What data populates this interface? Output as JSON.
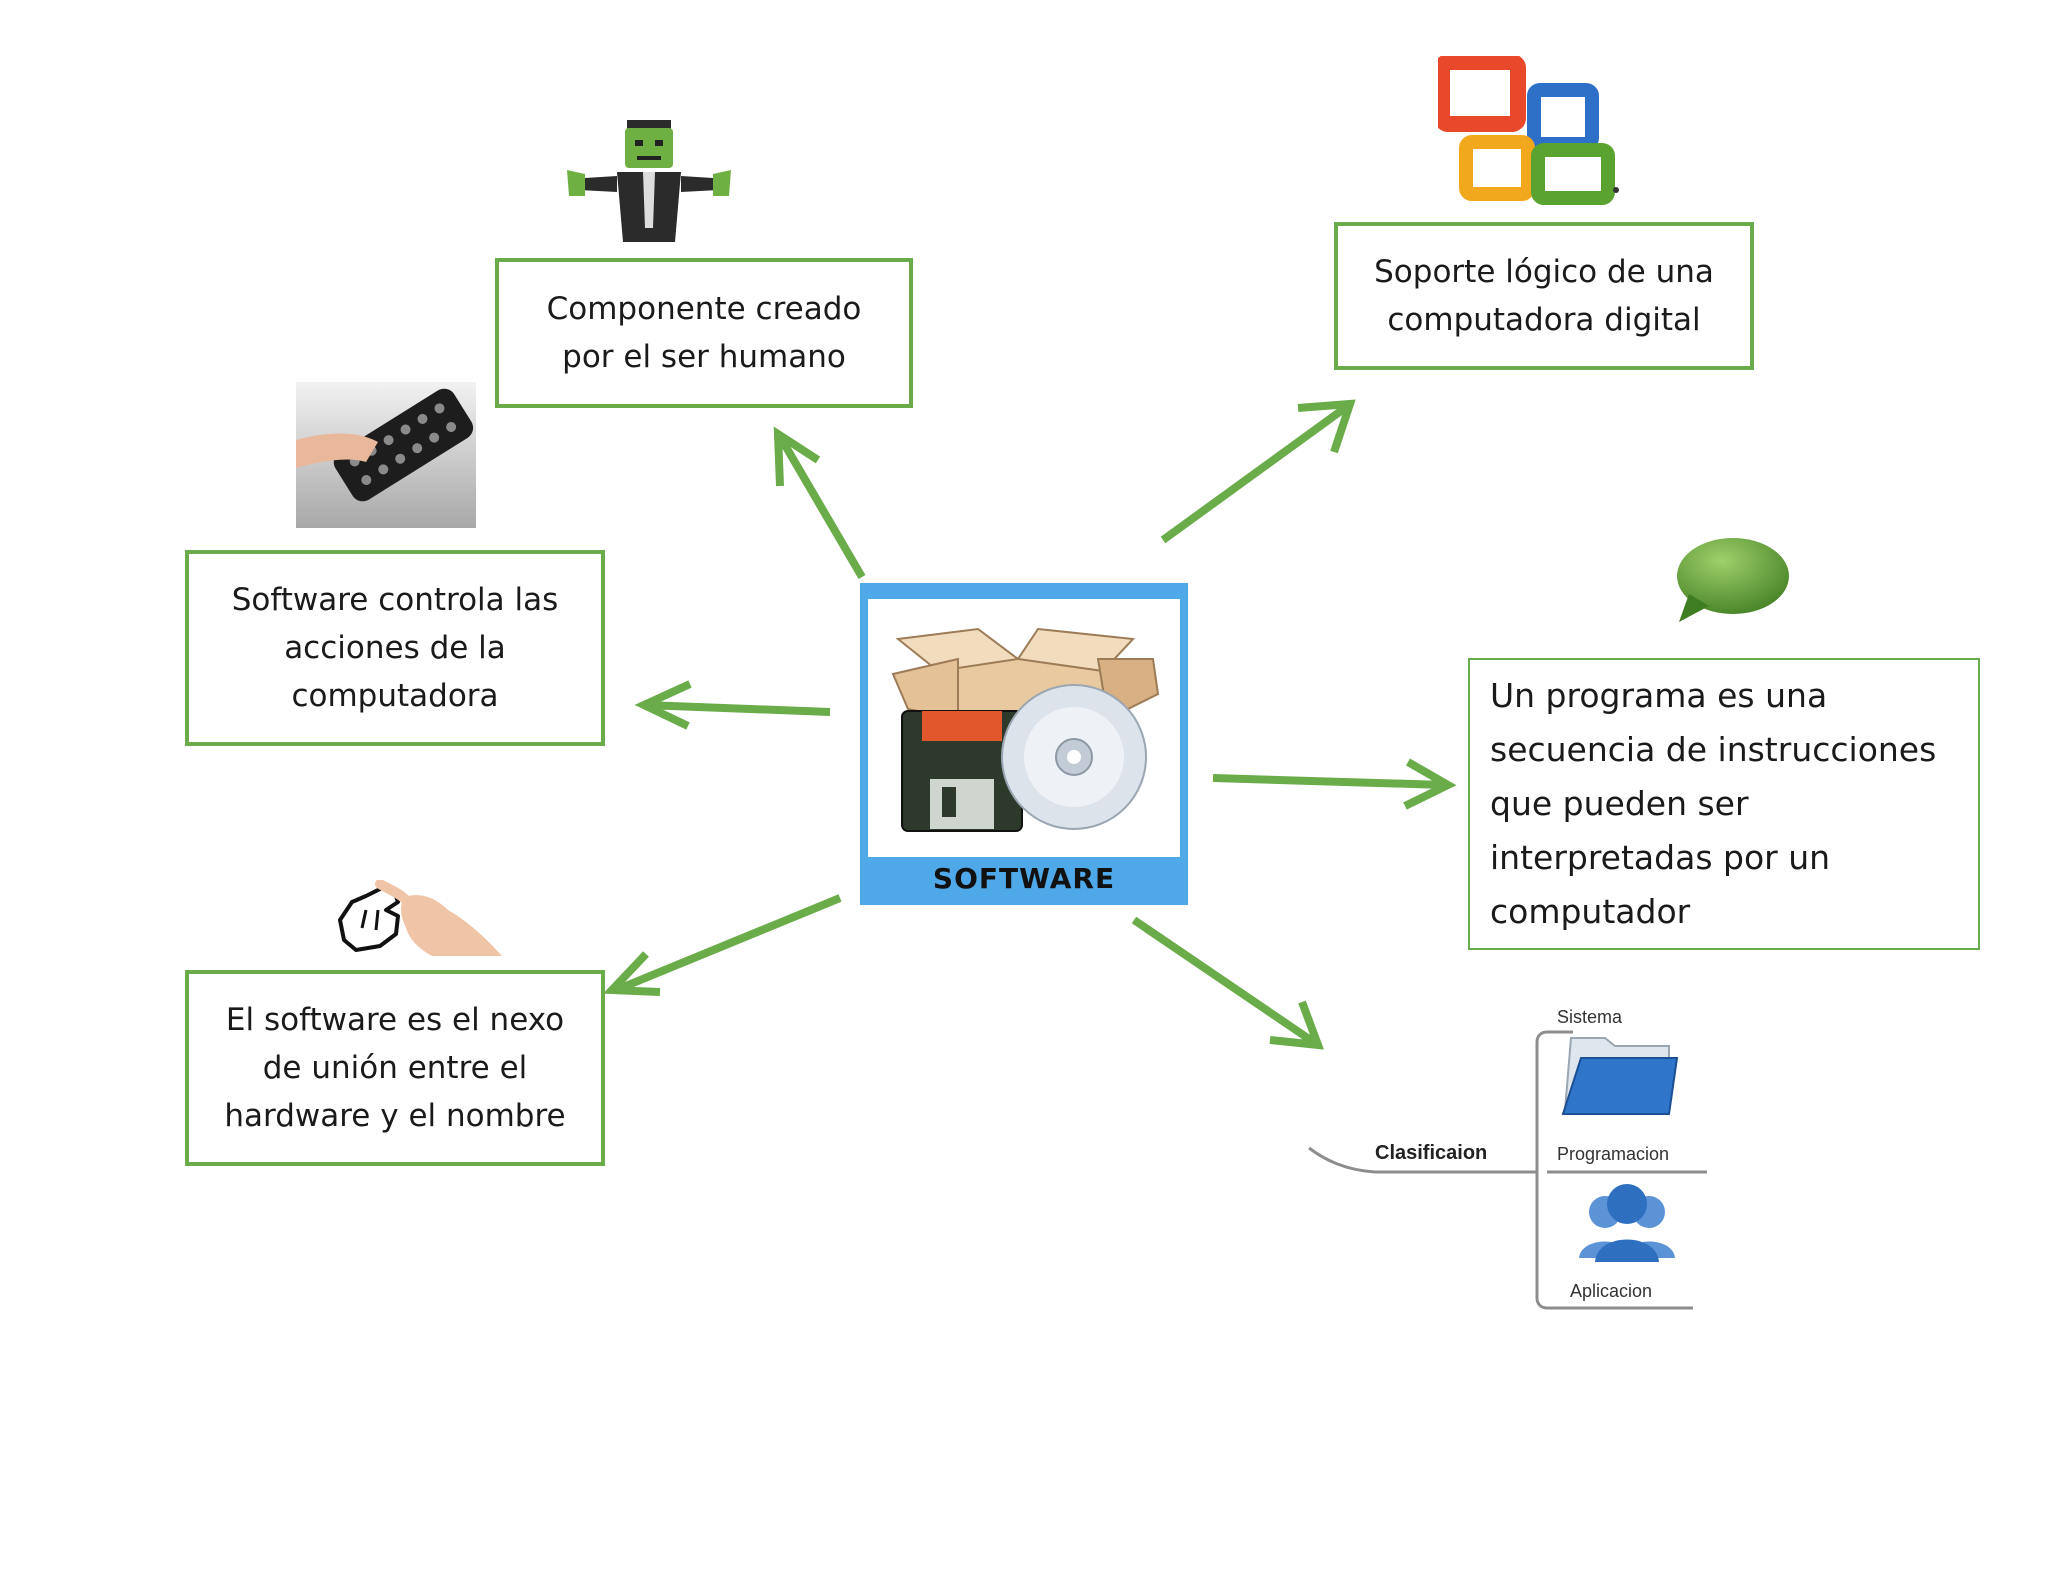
{
  "center": {
    "label": "SOFTWARE",
    "icon": "software-box-disk-cd-icon"
  },
  "boxes": {
    "human": "Componente creado por el ser humano",
    "logical": "Soporte lógico de una computadora digital",
    "controls": "Software controla las acciones de la computadora",
    "program": "Un programa es una secuencia de instrucciones que pueden ser interpretadas por un computador",
    "nexus": "El software es el nexo de unión entre el hardware y el nombre"
  },
  "classification": {
    "root": "Clasificaion",
    "items": [
      "Sistema",
      "Programacion",
      "Aplicacion"
    ]
  },
  "icons": [
    "frankenstein-icon",
    "office-logo-icon",
    "remote-control-icon",
    "speech-bubble-icon",
    "pointing-hand-icon",
    "folder-icon",
    "users-icon"
  ],
  "colors": {
    "accent": "#6aac4a",
    "center_bg": "#4fa8e8"
  }
}
